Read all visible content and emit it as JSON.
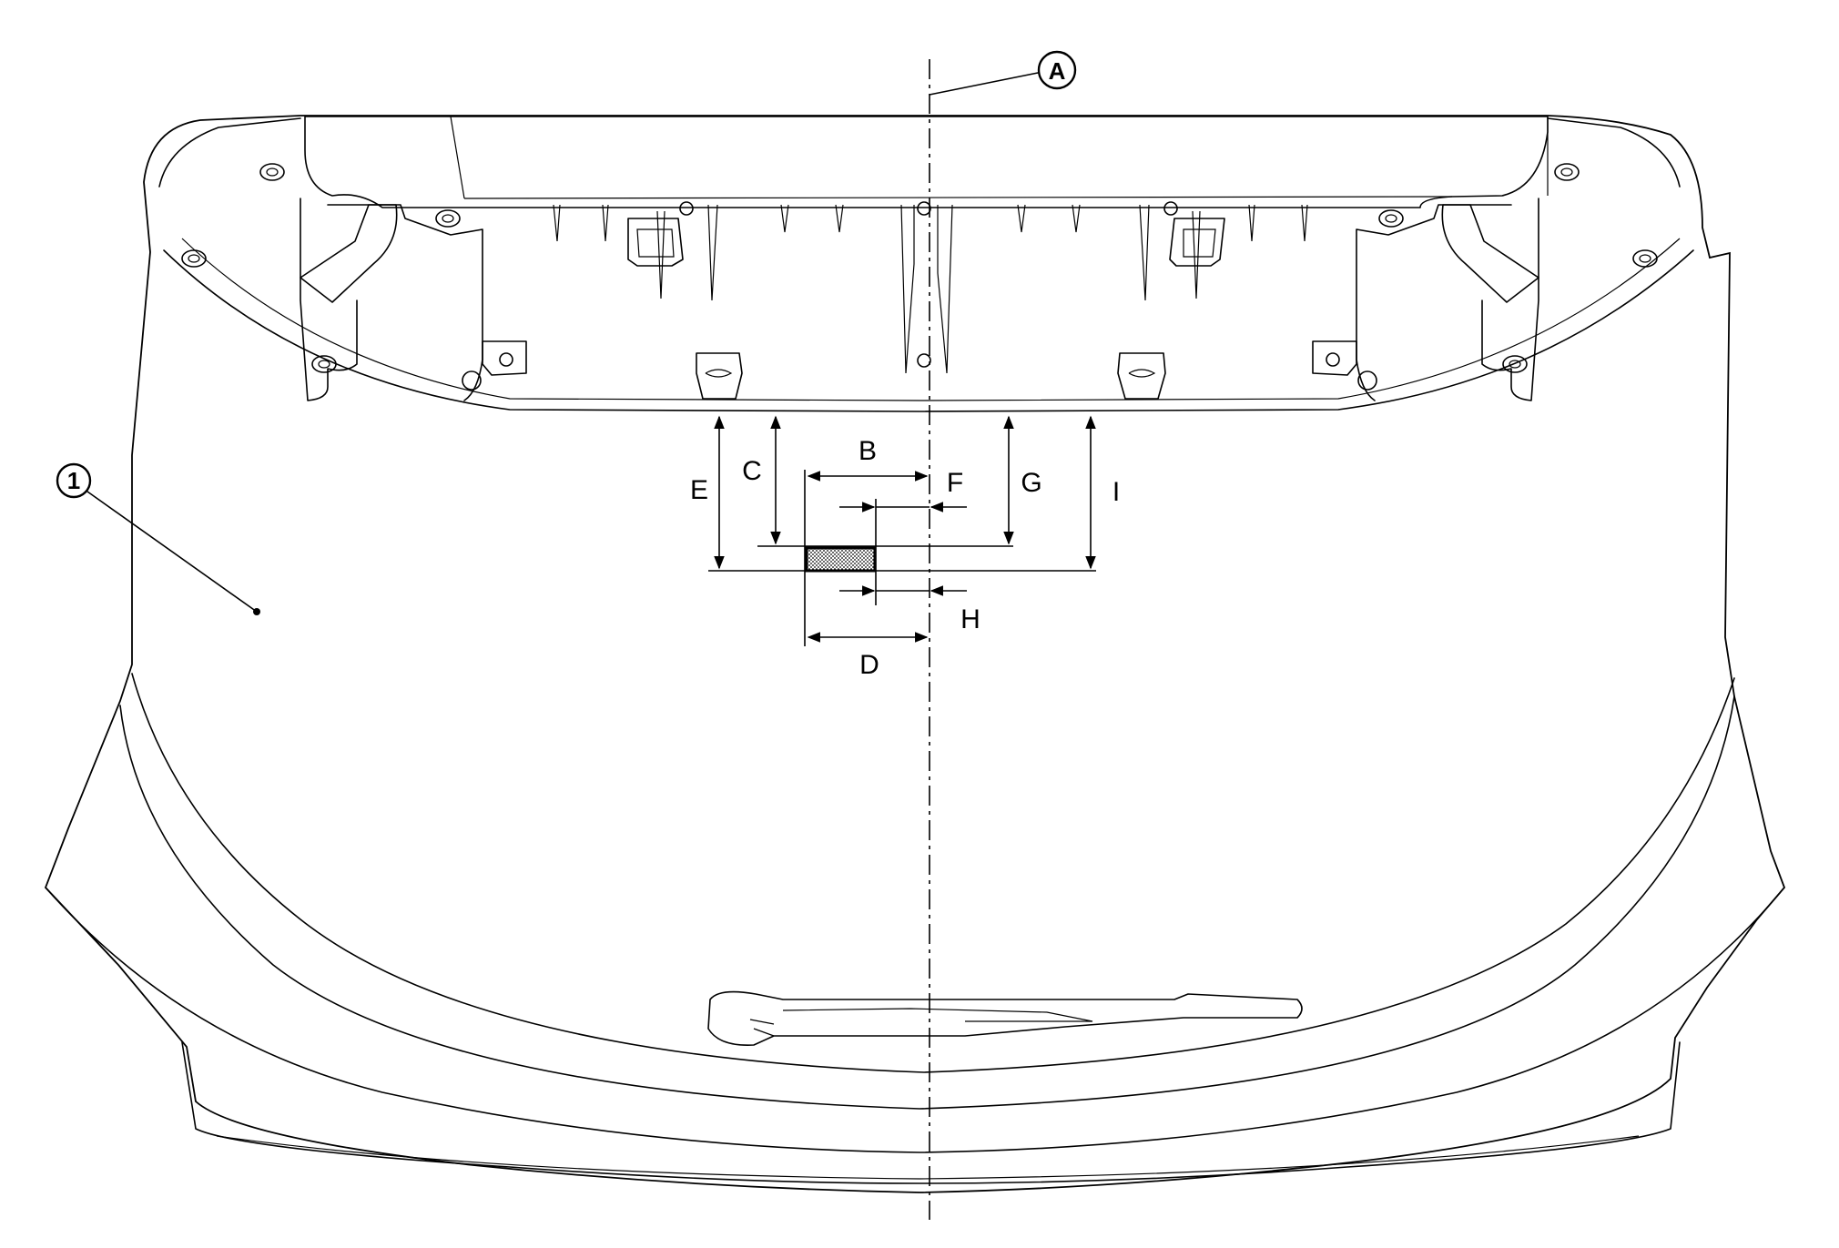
{
  "labels": {
    "ref_A": "A",
    "ref_1": "1",
    "dim_B": "B",
    "dim_C": "C",
    "dim_D": "D",
    "dim_E": "E",
    "dim_F": "F",
    "dim_G": "G",
    "dim_H": "H",
    "dim_I": "I"
  },
  "colors": {
    "line": "#000000",
    "background": "#ffffff",
    "target_fill": "#bdbdbd"
  }
}
